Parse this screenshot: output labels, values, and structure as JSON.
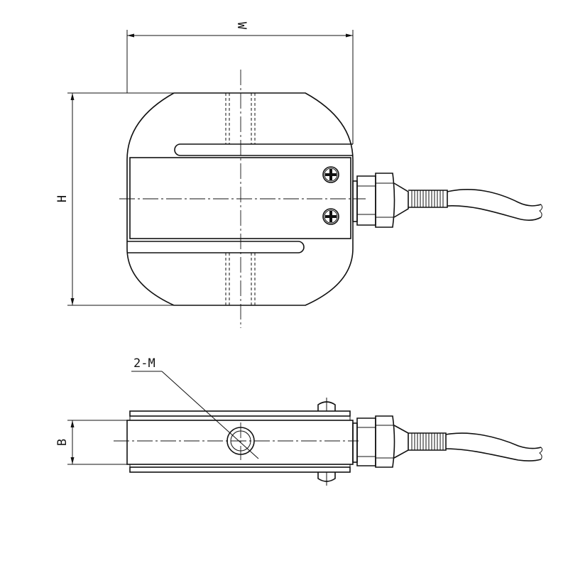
{
  "labels": {
    "width": "W",
    "height": "H",
    "thickness": "B",
    "mount_thread": "2-M"
  }
}
